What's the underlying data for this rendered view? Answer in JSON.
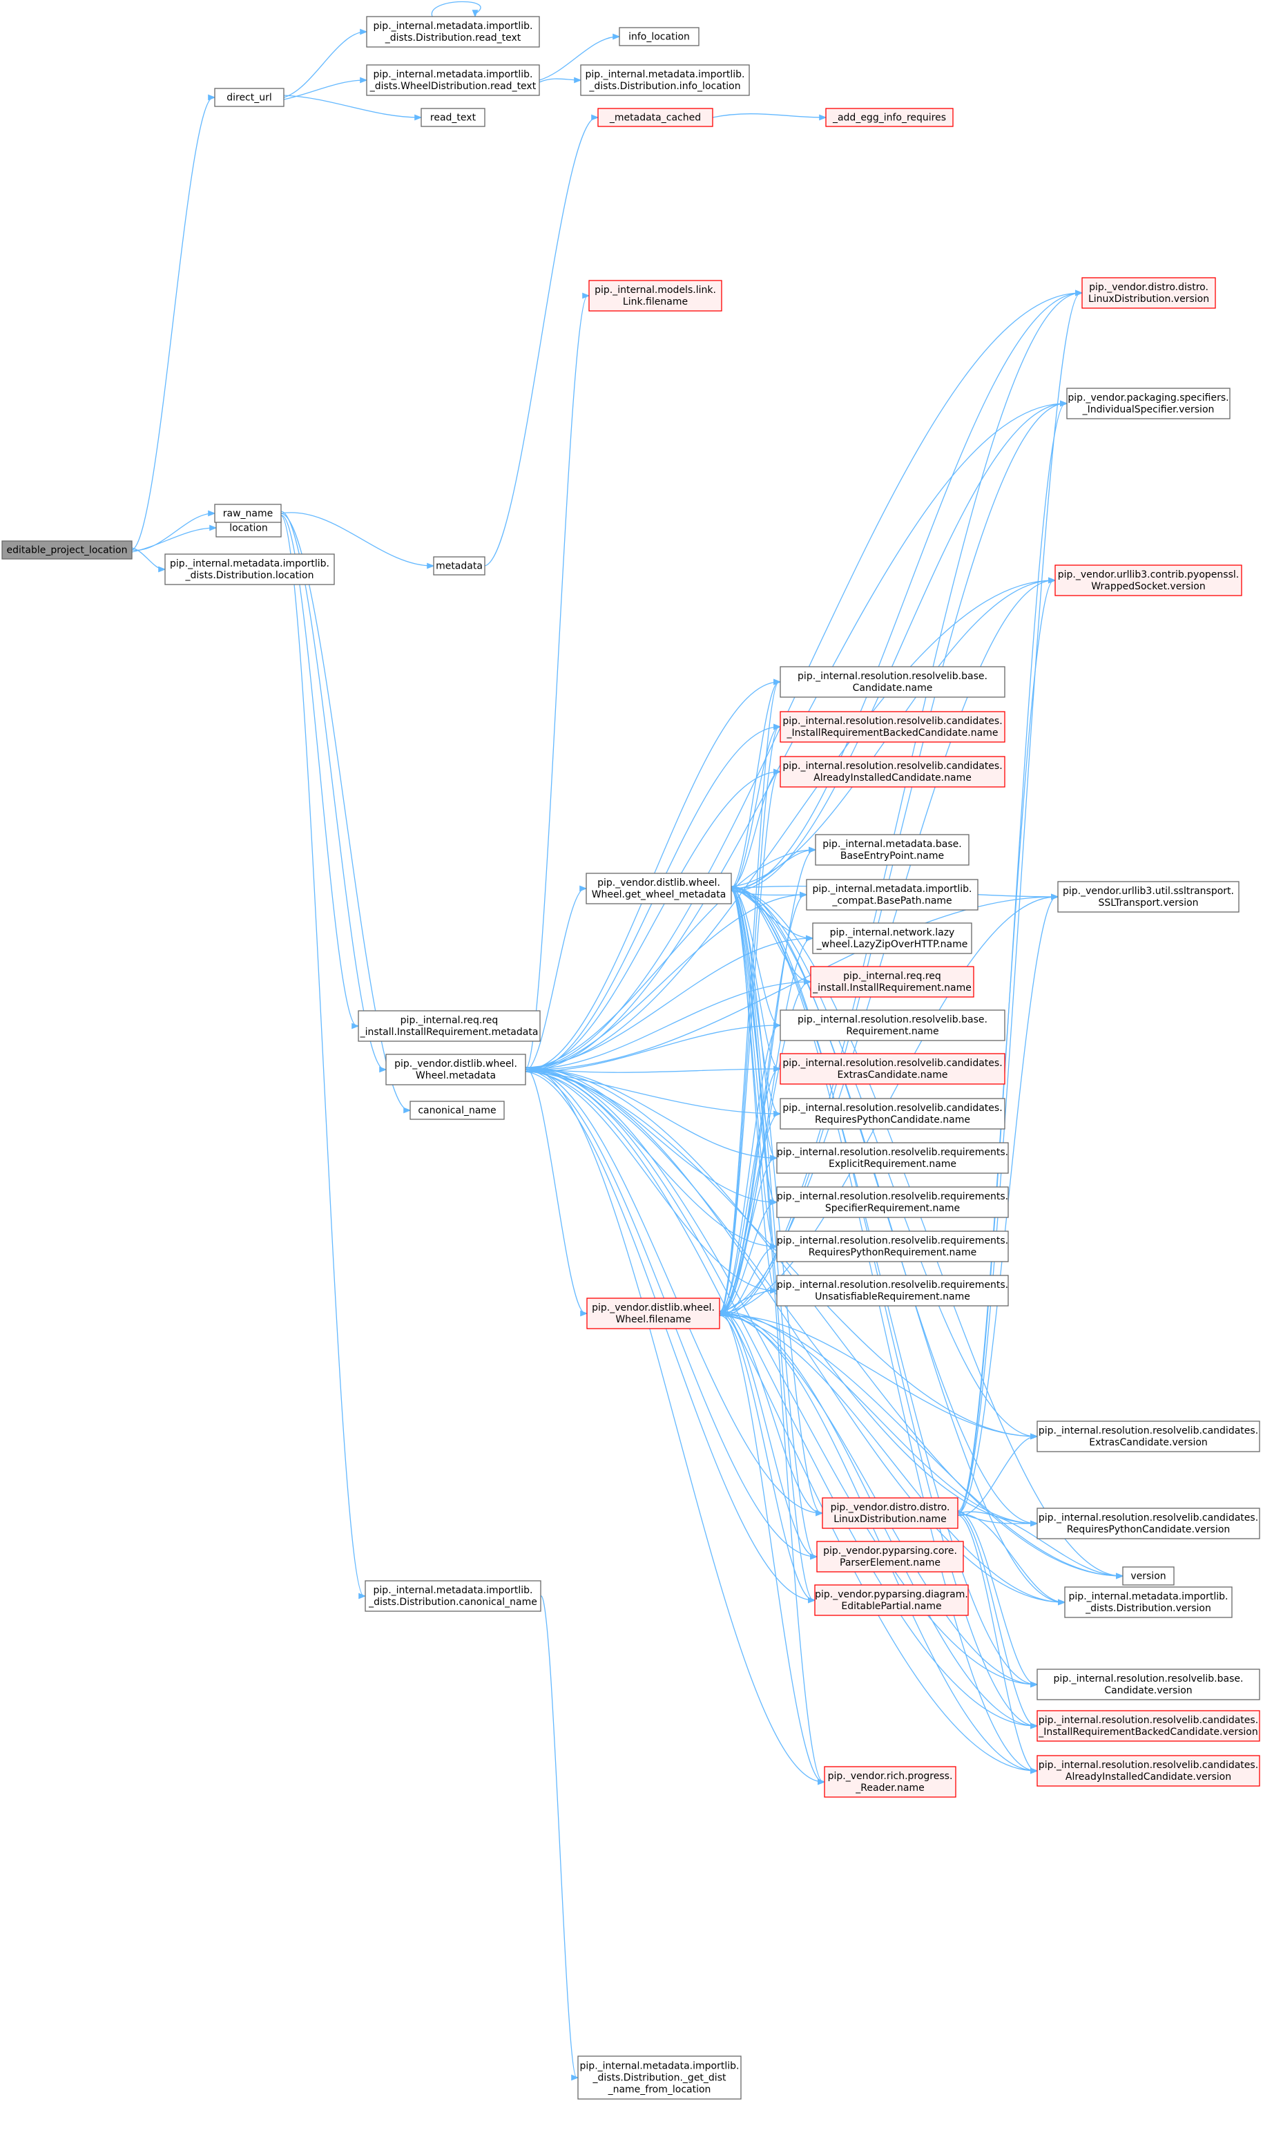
{
  "colors": {
    "edge": "#63b8ff",
    "normal_fill": "#ffffff",
    "normal_stroke": "#666666",
    "focus_fill": "#999999",
    "focus_stroke": "#666666",
    "red_fill": "#fff0f0",
    "red_stroke": "#ff0000"
  },
  "nodes": [
    {
      "id": "root",
      "style": "focus",
      "lines": [
        "editable_project_location"
      ]
    },
    {
      "id": "direct_url",
      "style": "normal",
      "lines": [
        "direct_url"
      ]
    },
    {
      "id": "dist_read_text",
      "style": "normal",
      "lines": [
        "pip._internal.metadata.importlib.",
        "_dists.Distribution.read_text"
      ]
    },
    {
      "id": "wheeldist_read_text",
      "style": "normal",
      "lines": [
        "pip._internal.metadata.importlib.",
        "_dists.WheelDistribution.read_text"
      ]
    },
    {
      "id": "info_location",
      "style": "normal",
      "lines": [
        "info_location"
      ]
    },
    {
      "id": "dist_info_location",
      "style": "normal",
      "lines": [
        "pip._internal.metadata.importlib.",
        "_dists.Distribution.info_location"
      ]
    },
    {
      "id": "read_text",
      "style": "normal",
      "lines": [
        "read_text"
      ]
    },
    {
      "id": "metadata_cached",
      "style": "red",
      "lines": [
        "_metadata_cached"
      ]
    },
    {
      "id": "add_egg_info",
      "style": "red",
      "lines": [
        "_add_egg_info_requires"
      ]
    },
    {
      "id": "location",
      "style": "normal",
      "lines": [
        "location"
      ]
    },
    {
      "id": "dist_location",
      "style": "normal",
      "lines": [
        "pip._internal.metadata.importlib.",
        "_dists.Distribution.location"
      ]
    },
    {
      "id": "metadata",
      "style": "normal",
      "lines": [
        "metadata"
      ]
    },
    {
      "id": "raw_name",
      "style": "normal",
      "lines": [
        "raw_name"
      ]
    },
    {
      "id": "req_metadata",
      "style": "normal",
      "lines": [
        "pip._internal.req.req",
        "_install.InstallRequirement.metadata"
      ]
    },
    {
      "id": "wheel_metadata",
      "style": "normal",
      "lines": [
        "pip._vendor.distlib.wheel.",
        "Wheel.metadata"
      ]
    },
    {
      "id": "canonical_name",
      "style": "normal",
      "lines": [
        "canonical_name"
      ]
    },
    {
      "id": "dist_canonical_name",
      "style": "normal",
      "lines": [
        "pip._internal.metadata.importlib.",
        "_dists.Distribution.canonical_name"
      ]
    },
    {
      "id": "get_dist_name",
      "style": "normal",
      "lines": [
        "pip._internal.metadata.importlib.",
        "_dists.Distribution._get_dist",
        "_name_from_location"
      ]
    },
    {
      "id": "link_filename",
      "style": "red",
      "lines": [
        "pip._internal.models.link.",
        "Link.filename"
      ]
    },
    {
      "id": "get_wheel_metadata",
      "style": "normal",
      "lines": [
        "pip._vendor.distlib.wheel.",
        "Wheel.get_wheel_metadata"
      ]
    },
    {
      "id": "wheel_filename",
      "style": "red",
      "lines": [
        "pip._vendor.distlib.wheel.",
        "Wheel.filename"
      ]
    },
    {
      "id": "candidate_name",
      "style": "normal",
      "lines": [
        "pip._internal.resolution.resolvelib.base.",
        "Candidate.name"
      ]
    },
    {
      "id": "irb_candidate_name",
      "style": "red",
      "lines": [
        "pip._internal.resolution.resolvelib.candidates.",
        "_InstallRequirementBackedCandidate.name"
      ]
    },
    {
      "id": "already_installed_name",
      "style": "red",
      "lines": [
        "pip._internal.resolution.resolvelib.candidates.",
        "AlreadyInstalledCandidate.name"
      ]
    },
    {
      "id": "base_entry_point_name",
      "style": "normal",
      "lines": [
        "pip._internal.metadata.base.",
        "BaseEntryPoint.name"
      ]
    },
    {
      "id": "compat_basepath_name",
      "style": "normal",
      "lines": [
        "pip._internal.metadata.importlib.",
        "_compat.BasePath.name"
      ]
    },
    {
      "id": "lazy_zip_name",
      "style": "normal",
      "lines": [
        "pip._internal.network.lazy",
        "_wheel.LazyZipOverHTTP.name"
      ]
    },
    {
      "id": "install_req_name",
      "style": "red",
      "lines": [
        "pip._internal.req.req",
        "_install.InstallRequirement.name"
      ]
    },
    {
      "id": "requirement_name",
      "style": "normal",
      "lines": [
        "pip._internal.resolution.resolvelib.base.",
        "Requirement.name"
      ]
    },
    {
      "id": "extras_candidate_name",
      "style": "red",
      "lines": [
        "pip._internal.resolution.resolvelib.candidates.",
        "ExtrasCandidate.name"
      ]
    },
    {
      "id": "requires_python_candidate_name",
      "style": "normal",
      "lines": [
        "pip._internal.resolution.resolvelib.candidates.",
        "RequiresPythonCandidate.name"
      ]
    },
    {
      "id": "explicit_req_name",
      "style": "normal",
      "lines": [
        "pip._internal.resolution.resolvelib.requirements.",
        "ExplicitRequirement.name"
      ]
    },
    {
      "id": "specifier_req_name",
      "style": "normal",
      "lines": [
        "pip._internal.resolution.resolvelib.requirements.",
        "SpecifierRequirement.name"
      ]
    },
    {
      "id": "requires_python_req_name",
      "style": "normal",
      "lines": [
        "pip._internal.resolution.resolvelib.requirements.",
        "RequiresPythonRequirement.name"
      ]
    },
    {
      "id": "unsatisfiable_req_name",
      "style": "normal",
      "lines": [
        "pip._internal.resolution.resolvelib.requirements.",
        "UnsatisfiableRequirement.name"
      ]
    },
    {
      "id": "linux_dist_name",
      "style": "red",
      "lines": [
        "pip._vendor.distro.distro.",
        "LinuxDistribution.name"
      ]
    },
    {
      "id": "parser_element_name",
      "style": "red",
      "lines": [
        "pip._vendor.pyparsing.core.",
        "ParserElement.name"
      ]
    },
    {
      "id": "editable_partial_name",
      "style": "red",
      "lines": [
        "pip._vendor.pyparsing.diagram.",
        "EditablePartial.name"
      ]
    },
    {
      "id": "reader_name",
      "style": "red",
      "lines": [
        "pip._vendor.rich.progress.",
        "_Reader.name"
      ]
    },
    {
      "id": "linux_dist_version",
      "style": "red",
      "lines": [
        "pip._vendor.distro.distro.",
        "LinuxDistribution.version"
      ]
    },
    {
      "id": "individual_specifier_version",
      "style": "normal",
      "lines": [
        "pip._vendor.packaging.specifiers.",
        "_IndividualSpecifier.version"
      ]
    },
    {
      "id": "wrapped_socket_version",
      "style": "red",
      "lines": [
        "pip._vendor.urllib3.contrib.pyopenssl.",
        "WrappedSocket.version"
      ]
    },
    {
      "id": "ssl_transport_version",
      "style": "normal",
      "lines": [
        "pip._vendor.urllib3.util.ssltransport.",
        "SSLTransport.version"
      ]
    },
    {
      "id": "extras_candidate_version",
      "style": "normal",
      "lines": [
        "pip._internal.resolution.resolvelib.candidates.",
        "ExtrasCandidate.version"
      ]
    },
    {
      "id": "requires_python_candidate_version",
      "style": "normal",
      "lines": [
        "pip._internal.resolution.resolvelib.candidates.",
        "RequiresPythonCandidate.version"
      ]
    },
    {
      "id": "version",
      "style": "normal",
      "lines": [
        "version"
      ]
    },
    {
      "id": "dist_version",
      "style": "normal",
      "lines": [
        "pip._internal.metadata.importlib.",
        "_dists.Distribution.version"
      ]
    },
    {
      "id": "candidate_version",
      "style": "normal",
      "lines": [
        "pip._internal.resolution.resolvelib.base.",
        "Candidate.version"
      ]
    },
    {
      "id": "irb_candidate_version",
      "style": "red",
      "lines": [
        "pip._internal.resolution.resolvelib.candidates.",
        "_InstallRequirementBackedCandidate.version"
      ]
    },
    {
      "id": "already_installed_version",
      "style": "red",
      "lines": [
        "pip._internal.resolution.resolvelib.candidates.",
        "AlreadyInstalledCandidate.version"
      ]
    }
  ],
  "edges": [
    [
      "root",
      "direct_url"
    ],
    [
      "root",
      "location"
    ],
    [
      "root",
      "dist_location"
    ],
    [
      "root",
      "raw_name"
    ],
    [
      "direct_url",
      "dist_read_text"
    ],
    [
      "direct_url",
      "wheeldist_read_text"
    ],
    [
      "direct_url",
      "read_text"
    ],
    [
      "dist_read_text",
      "dist_read_text"
    ],
    [
      "wheeldist_read_text",
      "info_location"
    ],
    [
      "wheeldist_read_text",
      "dist_info_location"
    ],
    [
      "metadata_cached",
      "add_egg_info"
    ],
    [
      "metadata",
      "metadata_cached"
    ],
    [
      "raw_name",
      "metadata"
    ],
    [
      "raw_name",
      "req_metadata"
    ],
    [
      "raw_name",
      "wheel_metadata"
    ],
    [
      "raw_name",
      "canonical_name"
    ],
    [
      "raw_name",
      "dist_canonical_name"
    ],
    [
      "dist_canonical_name",
      "get_dist_name"
    ],
    [
      "wheel_metadata",
      "link_filename"
    ],
    [
      "wheel_metadata",
      "get_wheel_metadata"
    ],
    [
      "wheel_metadata",
      "wheel_filename"
    ],
    [
      "wheel_metadata",
      "candidate_name"
    ],
    [
      "wheel_metadata",
      "irb_candidate_name"
    ],
    [
      "wheel_metadata",
      "already_installed_name"
    ],
    [
      "wheel_metadata",
      "base_entry_point_name"
    ],
    [
      "wheel_metadata",
      "compat_basepath_name"
    ],
    [
      "wheel_metadata",
      "lazy_zip_name"
    ],
    [
      "wheel_metadata",
      "install_req_name"
    ],
    [
      "wheel_metadata",
      "requirement_name"
    ],
    [
      "wheel_metadata",
      "extras_candidate_name"
    ],
    [
      "wheel_metadata",
      "requires_python_candidate_name"
    ],
    [
      "wheel_metadata",
      "explicit_req_name"
    ],
    [
      "wheel_metadata",
      "specifier_req_name"
    ],
    [
      "wheel_metadata",
      "requires_python_req_name"
    ],
    [
      "wheel_metadata",
      "unsatisfiable_req_name"
    ],
    [
      "wheel_metadata",
      "linux_dist_name"
    ],
    [
      "wheel_metadata",
      "parser_element_name"
    ],
    [
      "wheel_metadata",
      "editable_partial_name"
    ],
    [
      "wheel_metadata",
      "reader_name"
    ],
    [
      "wheel_metadata",
      "linux_dist_version"
    ],
    [
      "wheel_metadata",
      "individual_specifier_version"
    ],
    [
      "wheel_metadata",
      "wrapped_socket_version"
    ],
    [
      "wheel_metadata",
      "ssl_transport_version"
    ],
    [
      "wheel_metadata",
      "extras_candidate_version"
    ],
    [
      "wheel_metadata",
      "requires_python_candidate_version"
    ],
    [
      "wheel_metadata",
      "version"
    ],
    [
      "wheel_metadata",
      "dist_version"
    ],
    [
      "wheel_metadata",
      "candidate_version"
    ],
    [
      "wheel_metadata",
      "irb_candidate_version"
    ],
    [
      "wheel_metadata",
      "already_installed_version"
    ],
    [
      "get_wheel_metadata",
      "candidate_name"
    ],
    [
      "get_wheel_metadata",
      "irb_candidate_name"
    ],
    [
      "get_wheel_metadata",
      "already_installed_name"
    ],
    [
      "get_wheel_metadata",
      "base_entry_point_name"
    ],
    [
      "get_wheel_metadata",
      "compat_basepath_name"
    ],
    [
      "get_wheel_metadata",
      "lazy_zip_name"
    ],
    [
      "get_wheel_metadata",
      "install_req_name"
    ],
    [
      "get_wheel_metadata",
      "requirement_name"
    ],
    [
      "get_wheel_metadata",
      "extras_candidate_name"
    ],
    [
      "get_wheel_metadata",
      "requires_python_candidate_name"
    ],
    [
      "get_wheel_metadata",
      "explicit_req_name"
    ],
    [
      "get_wheel_metadata",
      "specifier_req_name"
    ],
    [
      "get_wheel_metadata",
      "requires_python_req_name"
    ],
    [
      "get_wheel_metadata",
      "unsatisfiable_req_name"
    ],
    [
      "get_wheel_metadata",
      "linux_dist_name"
    ],
    [
      "get_wheel_metadata",
      "parser_element_name"
    ],
    [
      "get_wheel_metadata",
      "editable_partial_name"
    ],
    [
      "get_wheel_metadata",
      "reader_name"
    ],
    [
      "get_wheel_metadata",
      "linux_dist_version"
    ],
    [
      "get_wheel_metadata",
      "individual_specifier_version"
    ],
    [
      "get_wheel_metadata",
      "wrapped_socket_version"
    ],
    [
      "get_wheel_metadata",
      "ssl_transport_version"
    ],
    [
      "get_wheel_metadata",
      "extras_candidate_version"
    ],
    [
      "get_wheel_metadata",
      "requires_python_candidate_version"
    ],
    [
      "get_wheel_metadata",
      "version"
    ],
    [
      "get_wheel_metadata",
      "dist_version"
    ],
    [
      "get_wheel_metadata",
      "candidate_version"
    ],
    [
      "get_wheel_metadata",
      "irb_candidate_version"
    ],
    [
      "get_wheel_metadata",
      "already_installed_version"
    ],
    [
      "wheel_filename",
      "candidate_name"
    ],
    [
      "wheel_filename",
      "irb_candidate_name"
    ],
    [
      "wheel_filename",
      "already_installed_name"
    ],
    [
      "wheel_filename",
      "base_entry_point_name"
    ],
    [
      "wheel_filename",
      "compat_basepath_name"
    ],
    [
      "wheel_filename",
      "lazy_zip_name"
    ],
    [
      "wheel_filename",
      "install_req_name"
    ],
    [
      "wheel_filename",
      "requirement_name"
    ],
    [
      "wheel_filename",
      "extras_candidate_name"
    ],
    [
      "wheel_filename",
      "requires_python_candidate_name"
    ],
    [
      "wheel_filename",
      "explicit_req_name"
    ],
    [
      "wheel_filename",
      "specifier_req_name"
    ],
    [
      "wheel_filename",
      "requires_python_req_name"
    ],
    [
      "wheel_filename",
      "unsatisfiable_req_name"
    ],
    [
      "wheel_filename",
      "linux_dist_name"
    ],
    [
      "wheel_filename",
      "parser_element_name"
    ],
    [
      "wheel_filename",
      "editable_partial_name"
    ],
    [
      "wheel_filename",
      "reader_name"
    ],
    [
      "wheel_filename",
      "linux_dist_version"
    ],
    [
      "wheel_filename",
      "individual_specifier_version"
    ],
    [
      "wheel_filename",
      "wrapped_socket_version"
    ],
    [
      "wheel_filename",
      "ssl_transport_version"
    ],
    [
      "wheel_filename",
      "extras_candidate_version"
    ],
    [
      "wheel_filename",
      "requires_python_candidate_version"
    ],
    [
      "wheel_filename",
      "version"
    ],
    [
      "wheel_filename",
      "dist_version"
    ],
    [
      "wheel_filename",
      "candidate_version"
    ],
    [
      "wheel_filename",
      "irb_candidate_version"
    ],
    [
      "wheel_filename",
      "already_installed_version"
    ],
    [
      "linux_dist_name",
      "linux_dist_version"
    ],
    [
      "linux_dist_name",
      "individual_specifier_version"
    ],
    [
      "linux_dist_name",
      "wrapped_socket_version"
    ],
    [
      "linux_dist_name",
      "ssl_transport_version"
    ],
    [
      "linux_dist_name",
      "extras_candidate_version"
    ],
    [
      "linux_dist_name",
      "requires_python_candidate_version"
    ],
    [
      "linux_dist_name",
      "version"
    ],
    [
      "linux_dist_name",
      "dist_version"
    ],
    [
      "linux_dist_name",
      "candidate_version"
    ],
    [
      "linux_dist_name",
      "irb_candidate_version"
    ],
    [
      "linux_dist_name",
      "already_installed_version"
    ]
  ]
}
